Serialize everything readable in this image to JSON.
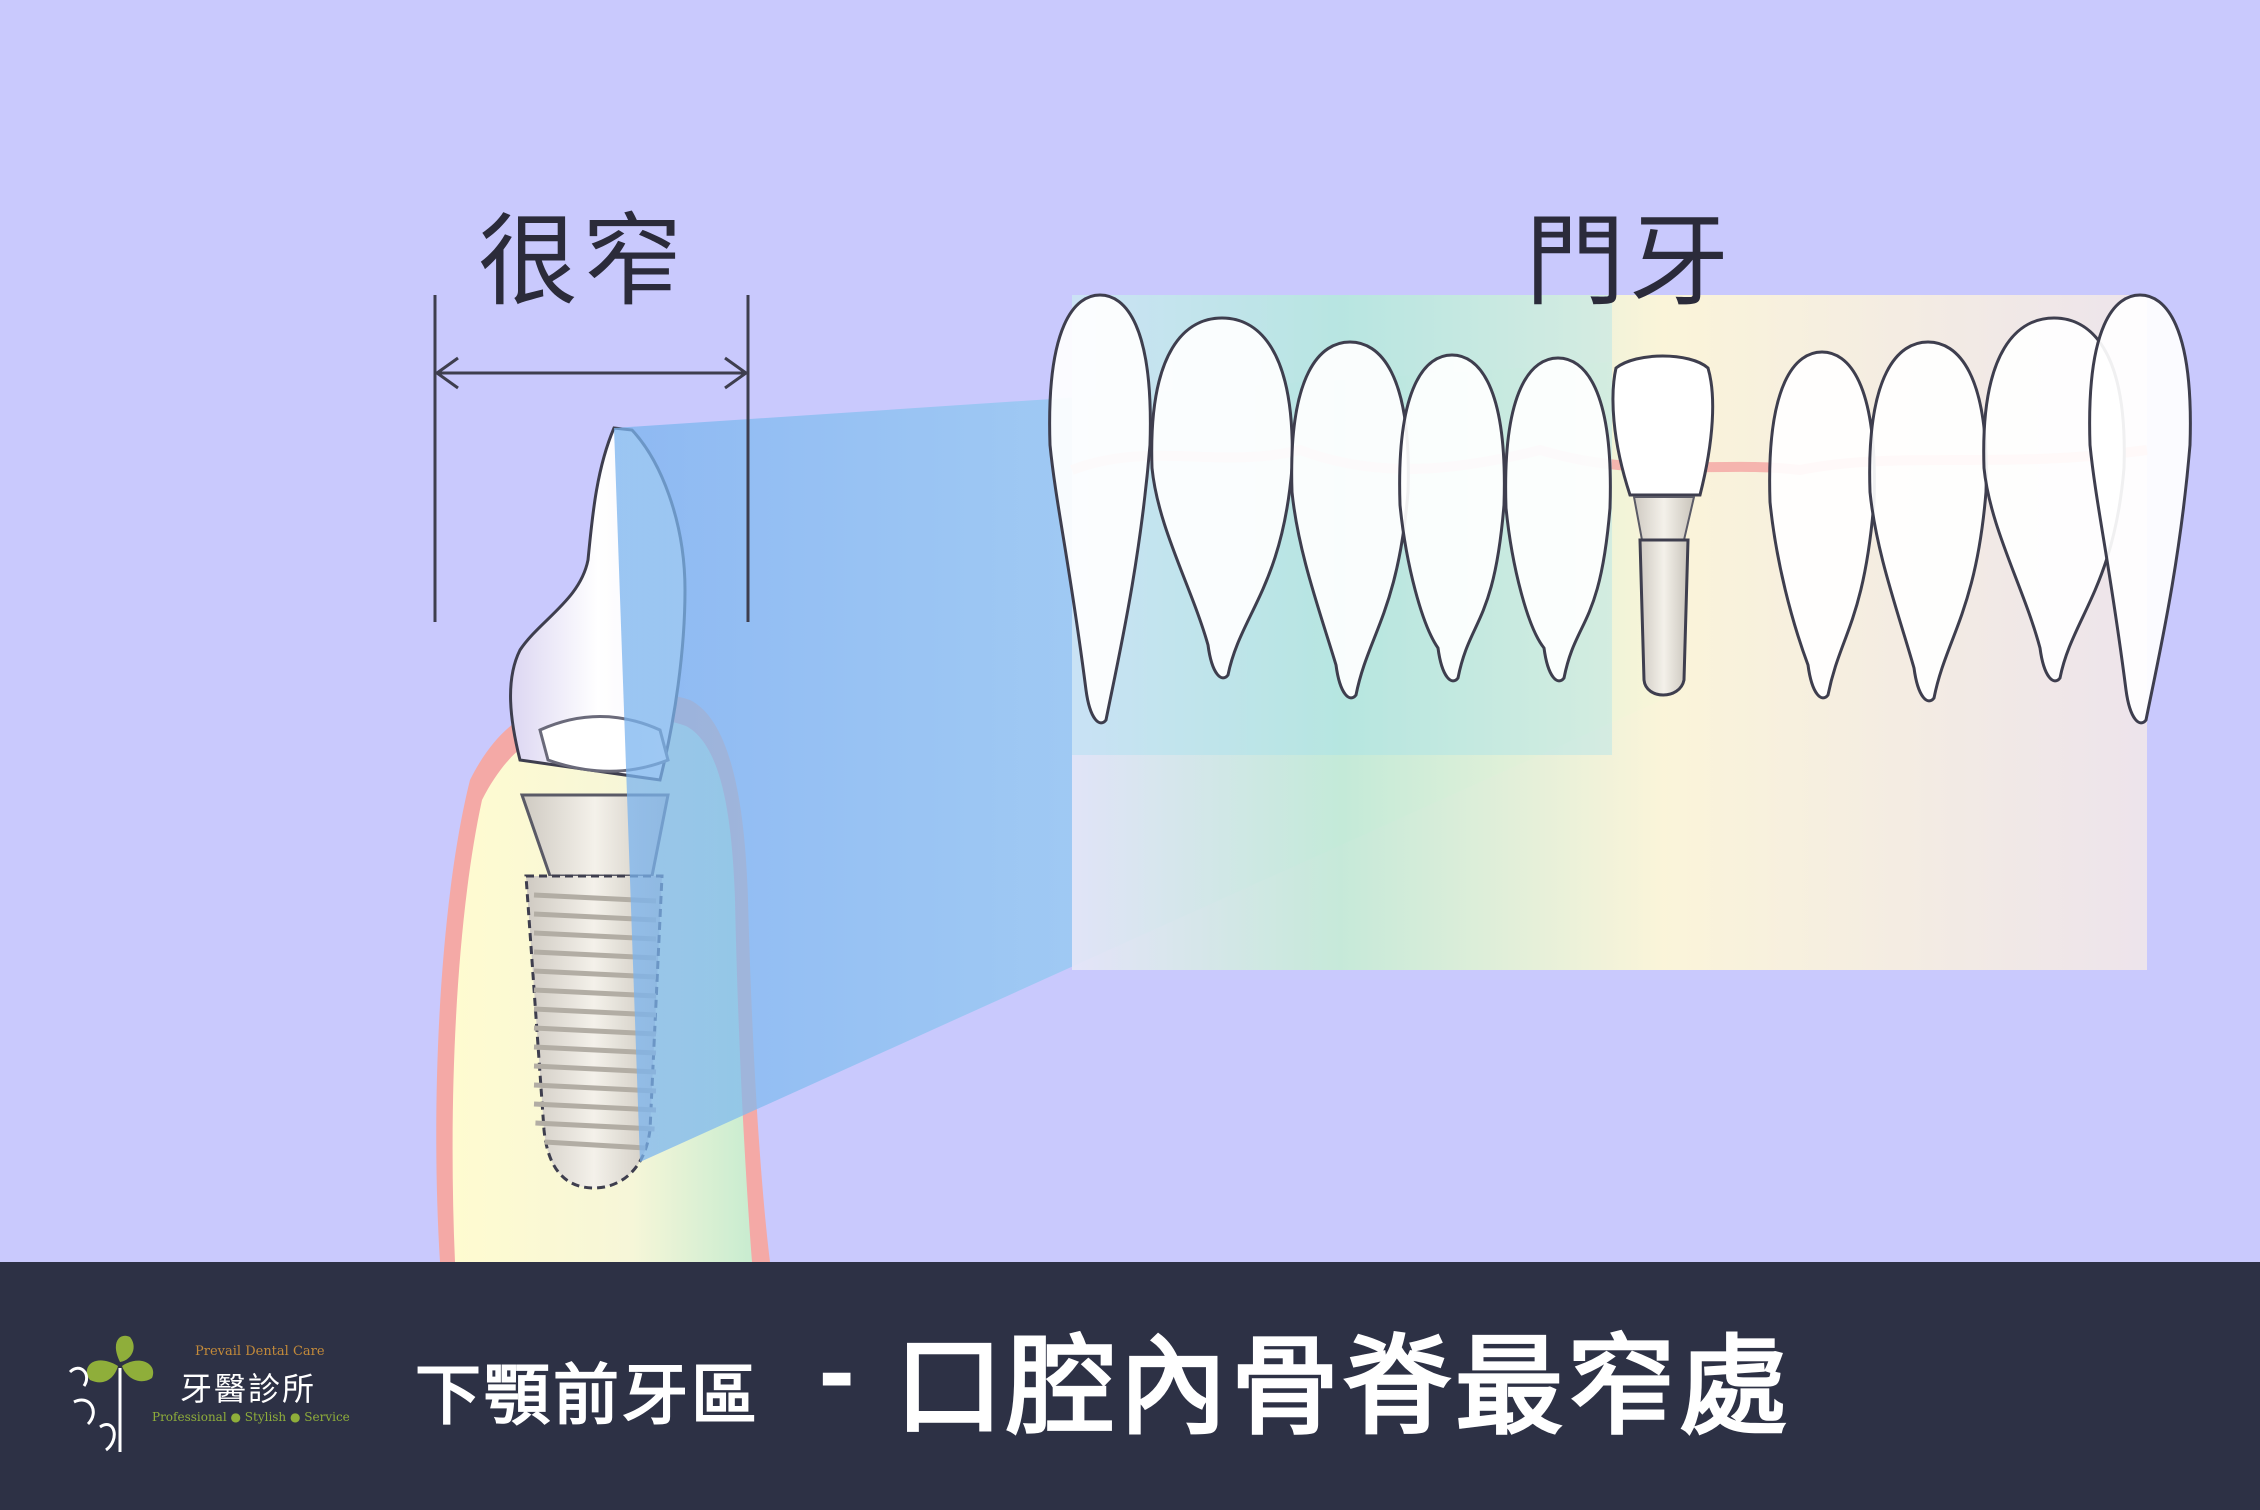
{
  "labels": {
    "narrow": "很窄",
    "front_teeth": "門牙"
  },
  "caption": {
    "subtitle": "下顎前牙區",
    "dash": "-",
    "headline": "口腔內骨脊最窄處"
  },
  "logo": {
    "name_en": "Prevail Dental Care",
    "name_cn": "牙醫診所",
    "tagline": "Professional ● Stylish ● Service"
  },
  "colors": {
    "background": "#c9c9fd",
    "bottom_bar": "#2d3145",
    "outline": "#4a4a5a",
    "highlight_beam": "#7ab3ef",
    "gum_pink": "#f2a3a3",
    "bone_yellow": "#fff8cf",
    "bone_green": "#c3ecd0"
  }
}
